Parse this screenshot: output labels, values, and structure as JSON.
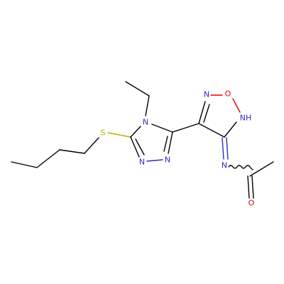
{
  "molecule": {
    "colors": {
      "carbon_bond": "#000000",
      "nitrogen": "#2c2cc8",
      "sulfur": "#b4b400",
      "oxygen": "#e00000"
    },
    "atom_labels": {
      "s": "S",
      "n4": "N",
      "n1": "N",
      "n2": "N",
      "n_ox": "N",
      "o_ox": "O",
      "nh_ox": "NH",
      "n_imine": "N",
      "o_carbonyl": "O"
    }
  }
}
